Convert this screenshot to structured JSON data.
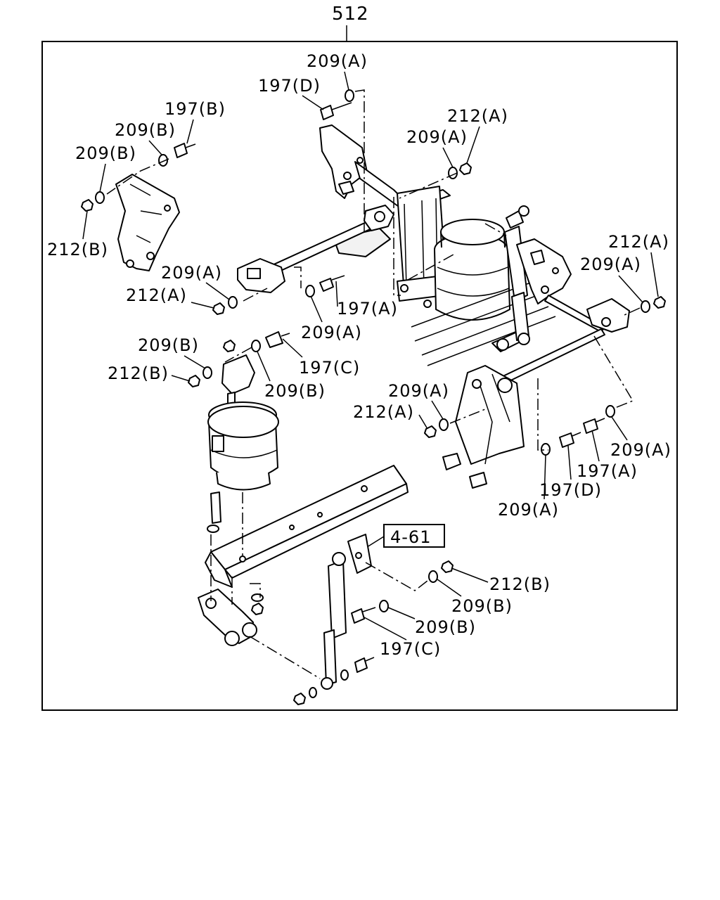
{
  "assembly": {
    "number": "512"
  },
  "reference": {
    "label": "4-61"
  },
  "callouts": [
    {
      "id": "c01",
      "text": "209(A)"
    },
    {
      "id": "c02",
      "text": "197(D)"
    },
    {
      "id": "c03",
      "text": "197(B)"
    },
    {
      "id": "c04",
      "text": "209(B)"
    },
    {
      "id": "c05",
      "text": "209(B)"
    },
    {
      "id": "c06",
      "text": "212(B)"
    },
    {
      "id": "c07",
      "text": "212(A)"
    },
    {
      "id": "c08",
      "text": "209(A)"
    },
    {
      "id": "c09",
      "text": "209(A)"
    },
    {
      "id": "c10",
      "text": "212(A)"
    },
    {
      "id": "c11",
      "text": "197(A)"
    },
    {
      "id": "c12",
      "text": "209(A)"
    },
    {
      "id": "c13",
      "text": "212(A)"
    },
    {
      "id": "c14",
      "text": "209(A)"
    },
    {
      "id": "c15",
      "text": "209(B)"
    },
    {
      "id": "c16",
      "text": "197(C)"
    },
    {
      "id": "c17",
      "text": "212(B)"
    },
    {
      "id": "c18",
      "text": "209(B)"
    },
    {
      "id": "c19",
      "text": "209(A)"
    },
    {
      "id": "c20",
      "text": "212(A)"
    },
    {
      "id": "c21",
      "text": "209(A)"
    },
    {
      "id": "c22",
      "text": "197(A)"
    },
    {
      "id": "c23",
      "text": "197(D)"
    },
    {
      "id": "c24",
      "text": "209(A)"
    },
    {
      "id": "c25",
      "text": "212(B)"
    },
    {
      "id": "c26",
      "text": "209(B)"
    },
    {
      "id": "c27",
      "text": "209(B)"
    },
    {
      "id": "c28",
      "text": "197(C)"
    }
  ]
}
